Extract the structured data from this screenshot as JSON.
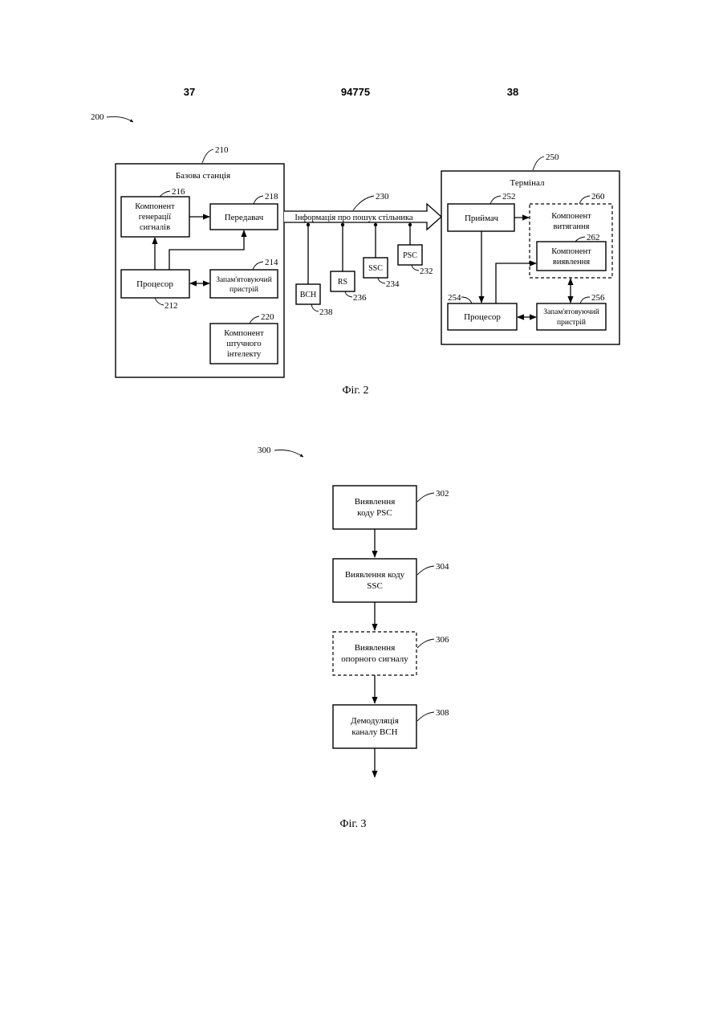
{
  "header": {
    "page_left": "37",
    "patent_number": "94775",
    "page_right": "38"
  },
  "fig2": {
    "ref_system": "200",
    "base_station": {
      "ref": "210",
      "title": "Базова станція",
      "signal_gen": {
        "ref": "216",
        "lines": [
          "Компонент",
          "генерації",
          "сигналів"
        ]
      },
      "transmitter": {
        "ref": "218",
        "label": "Передавач"
      },
      "processor": {
        "ref": "212",
        "label": "Процесор"
      },
      "memory": {
        "ref": "214",
        "lines": [
          "Запам'ятовуючий",
          "пристрій"
        ]
      },
      "ai": {
        "ref": "220",
        "lines": [
          "Компонент",
          "штучного",
          "інтелекту"
        ]
      }
    },
    "link": {
      "ref": "230",
      "label": "Інформація про пошук стільника",
      "bch": {
        "label": "BCH",
        "ref": "238"
      },
      "rs": {
        "label": "RS",
        "ref": "236"
      },
      "ssc": {
        "label": "SSC",
        "ref": "234"
      },
      "psc": {
        "label": "PSC",
        "ref": "232"
      }
    },
    "terminal": {
      "ref": "250",
      "title": "Термінал",
      "receiver": {
        "ref": "252",
        "label": "Приймач"
      },
      "extraction": {
        "ref": "260",
        "lines": [
          "Компонент",
          "витягання"
        ]
      },
      "detection": {
        "ref": "262",
        "lines": [
          "Компонент",
          "виявлення"
        ]
      },
      "processor": {
        "ref": "254",
        "label": "Процесор"
      },
      "memory": {
        "ref": "256",
        "lines": [
          "Запам'ятовуючий",
          "пристрій"
        ]
      }
    },
    "caption": "Фіг. 2"
  },
  "fig3": {
    "ref_method": "300",
    "steps": [
      {
        "ref": "302",
        "lines": [
          "Виявлення",
          "коду PSC"
        ]
      },
      {
        "ref": "304",
        "lines": [
          "Виявлення коду",
          "SSC"
        ]
      },
      {
        "ref": "306",
        "lines": [
          "Виявлення",
          "опорного сигналу"
        ]
      },
      {
        "ref": "308",
        "lines": [
          "Демодуляція",
          "каналу BCH"
        ]
      }
    ],
    "caption": "Фіг. 3"
  }
}
